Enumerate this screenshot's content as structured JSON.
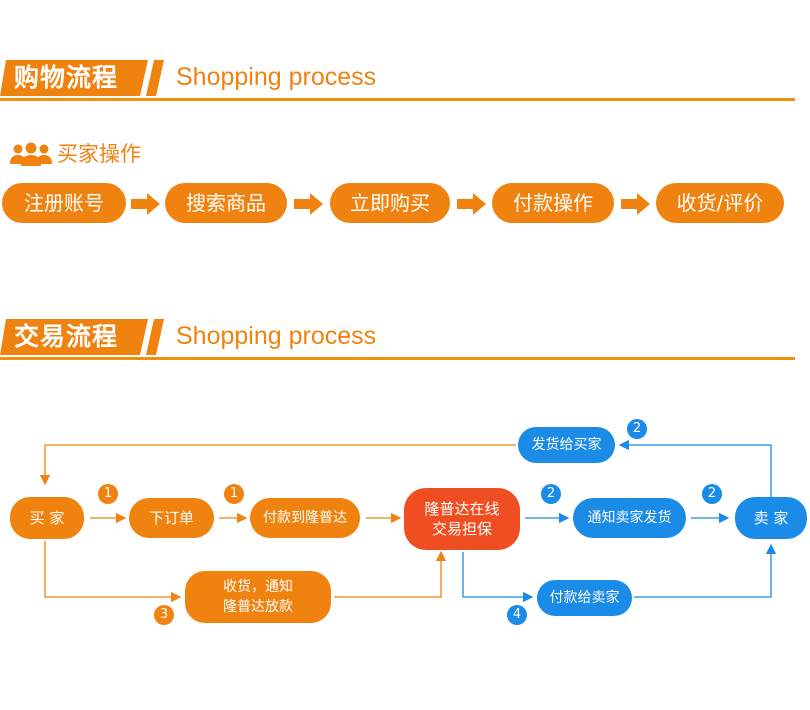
{
  "shopping": {
    "title_cn": "购物流程",
    "title_en": "Shopping process",
    "role": "买家操作",
    "steps": [
      "注册账号",
      "搜索商品",
      "立即购买",
      "付款操作",
      "收货/评价"
    ]
  },
  "trade": {
    "title_cn": "交易流程",
    "title_en": "Shopping process",
    "nodes": {
      "buyer": "买 家",
      "order": "下订单",
      "pay": "付款到隆普达",
      "escrow_line1": "隆普达在线",
      "escrow_line2": "交易担保",
      "notify": "通知卖家发货",
      "seller": "卖 家",
      "ship": "发货给买家",
      "receive_line1": "收货，通知",
      "receive_line2": "隆普达放款",
      "payseller": "付款给卖家"
    },
    "numbers": {
      "n_order": "1",
      "n_pay": "1",
      "n_notify": "2",
      "n_seller": "2",
      "n_ship": "2",
      "n_receive": "3",
      "n_payseller": "4"
    }
  },
  "colors": {
    "orange": "#f0820f",
    "red": "#ef4e22",
    "blue": "#1a8be6"
  },
  "icons": [
    "users-icon",
    "right-arrow-icon"
  ]
}
